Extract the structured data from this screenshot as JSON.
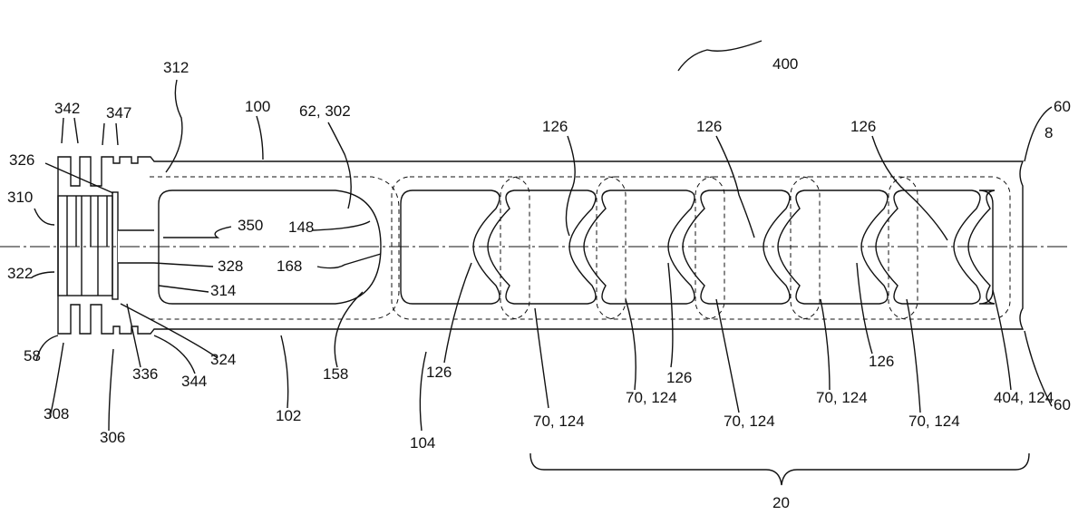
{
  "figure": {
    "reference_numerals": [
      "400",
      "312",
      "342",
      "347",
      "100",
      "62, 302",
      "326",
      "310",
      "350",
      "148",
      "328",
      "168",
      "322",
      "314",
      "58",
      "336",
      "324",
      "344",
      "308",
      "306",
      "102",
      "158",
      "104",
      "126",
      "126",
      "126",
      "126",
      "126",
      "126",
      "70, 124",
      "70, 124",
      "70, 124",
      "70, 124",
      "70, 124",
      "404, 124",
      "60",
      "60",
      "8",
      "20"
    ],
    "line_color": "#111111",
    "background": "#ffffff"
  }
}
